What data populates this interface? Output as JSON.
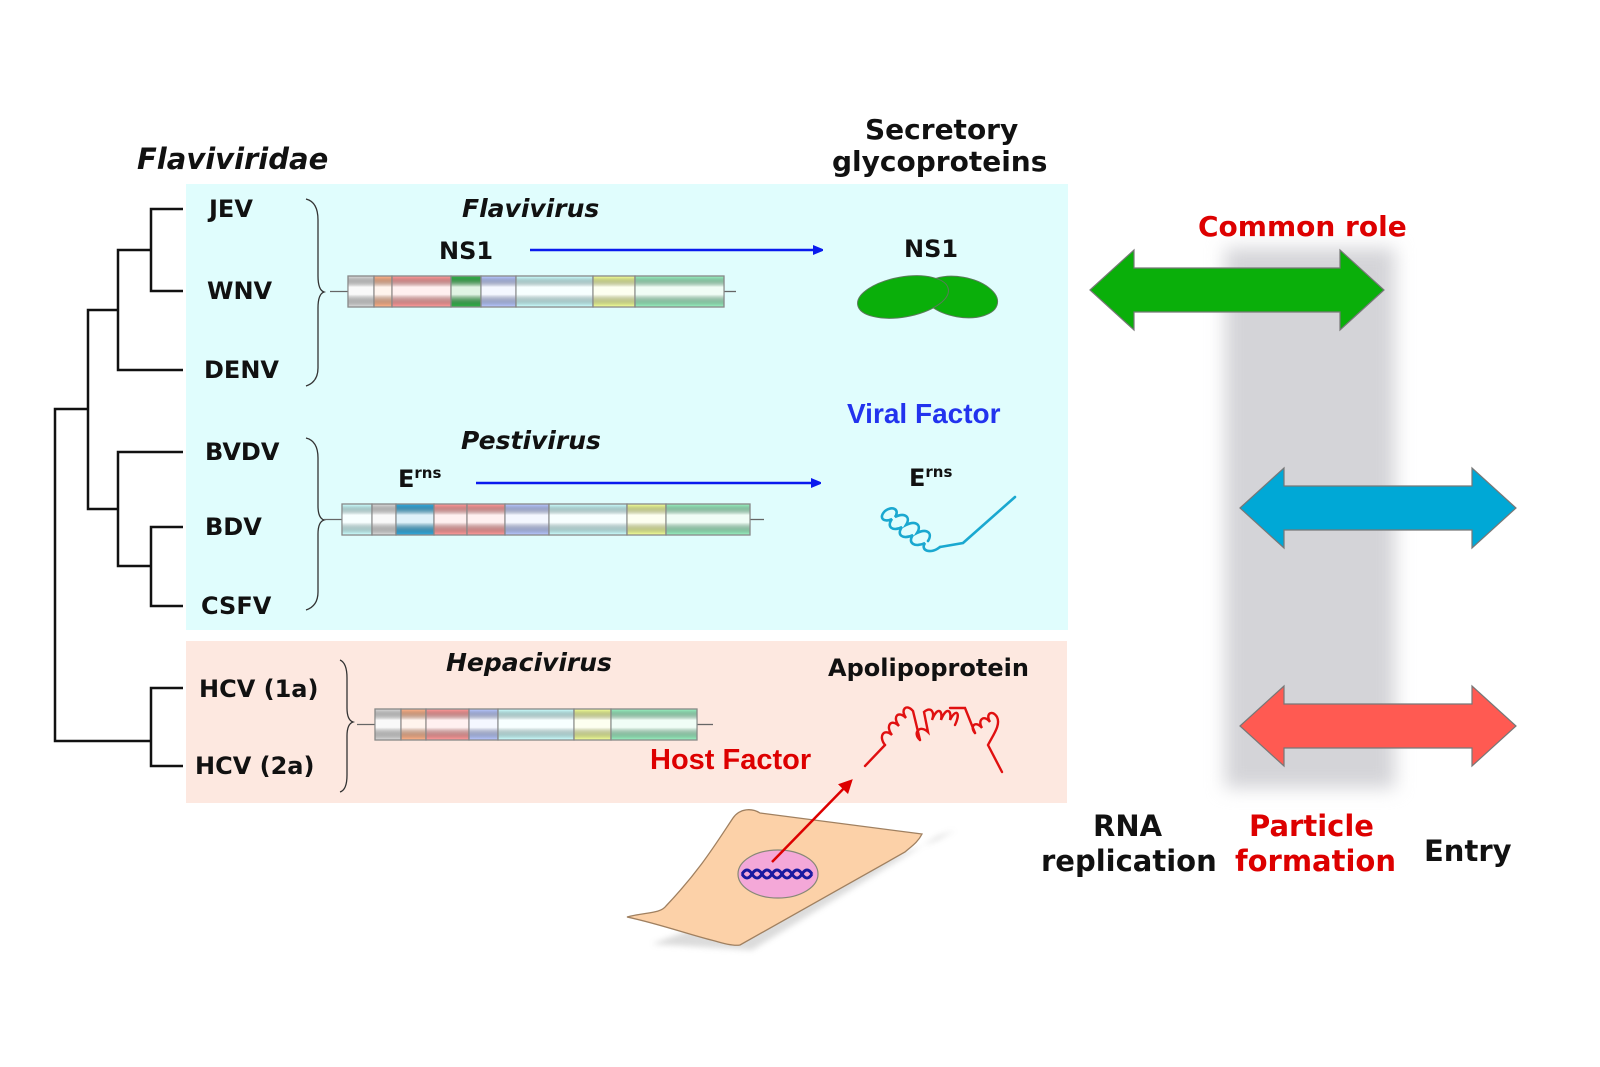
{
  "family_title": "Flaviviridae",
  "secretory_title_line1": "Secretory",
  "secretory_title_line2": "glycoproteins",
  "genera": [
    {
      "name": "Flavivirus",
      "viruses": [
        "JEV",
        "WNV",
        "DENV"
      ],
      "protein_label": "NS1",
      "protein_name": "NS1",
      "segment_colors": [
        "#d8d8d8",
        "#ffb38a",
        "#ff9a9a",
        "#33b34a",
        "#b8c8ff",
        "#ccffff",
        "#f2ff99",
        "#99f0c0"
      ]
    },
    {
      "name": "Pestivirus",
      "viruses": [
        "BVDV",
        "BDV",
        "CSFV"
      ],
      "protein_label_base": "E",
      "protein_label_sup": "rns",
      "segment_colors": [
        "#ccffff",
        "#d8d8d8",
        "#33aadd",
        "#ff9a9a",
        "#ff9a9a",
        "#b8c8ff",
        "#ccffff",
        "#f2ff99",
        "#99f0c0"
      ]
    },
    {
      "name": "Hepacivirus",
      "viruses": [
        "HCV (1a)",
        "HCV (2a)"
      ],
      "protein_name": "Apolipoprotein",
      "segment_colors": [
        "#d8d8d8",
        "#ffb38a",
        "#ff9a9a",
        "#b8c8ff",
        "#ccffff",
        "#f2ff99",
        "#99f0c0"
      ]
    }
  ],
  "viral_factor_label": "Viral Factor",
  "host_factor_label": "Host Factor",
  "common_role_label": "Common role",
  "stages": {
    "rna_line1": "RNA",
    "rna_line2": "replication",
    "particle_line1": "Particle",
    "particle_line2": "formation",
    "entry": "Entry"
  },
  "colors": {
    "flavi_panel": "#e0fdfd",
    "hepaci_panel": "#fde8e0",
    "viral_blue": "#2233ee",
    "host_red": "#dd0000",
    "arrow_green": "#0aaf0a",
    "arrow_blue": "#00a8d6",
    "arrow_red": "#ff5a52",
    "ns1_green": "#0aaf0a",
    "erns_cyan": "#1aa8d0",
    "apo_red": "#e01010",
    "grey_column": "#d4d4d8"
  }
}
